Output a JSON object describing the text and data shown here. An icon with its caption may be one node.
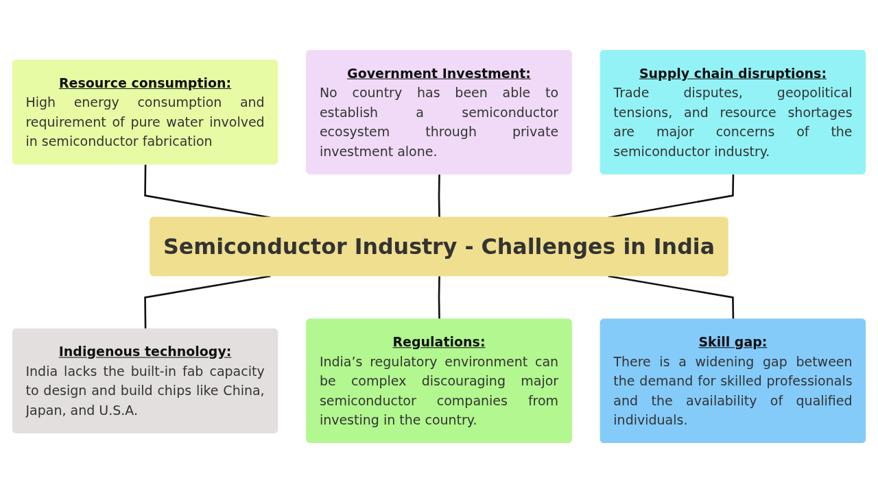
{
  "diagram": {
    "nodes": [
      {
        "text": [
          "Resource consumption:",
          "High energy consumption and requirement of pure water involved in semiconductor fabrication"
        ]
      },
      {
        "text": [
          "Government Investment:",
          "No country has been able to establish a semiconductor ecosystem through private investment alone."
        ]
      },
      {
        "text": [
          "Supply chain disruptions:",
          "Trade disputes, geopolitical tensions, and resource shortages are major concerns of the semiconductor industry."
        ]
      },
      {
        "text": [
          "Semiconductor Industry - Challenges in India"
        ]
      },
      {
        "text": [
          "Indigenous technology:",
          "India lacks the built-in fab capacity to design and build chips like China, Japan, and U.S.A."
        ]
      },
      {
        "text": [
          "Regulations:",
          "India’s regulatory environment can be complex discouraging major semiconductor companies from investing in the country."
        ]
      },
      {
        "text": [
          "Skill gap:",
          "There is a widening gap between the demand for skilled professionals and the availability of qualified individuals."
        ]
      }
    ],
    "edges": [
      {
        "from": 0,
        "to": 3,
        "arrow": "none"
      },
      {
        "from": 1,
        "to": 3,
        "arrow": "none"
      },
      {
        "from": 2,
        "to": 3,
        "arrow": "none"
      },
      {
        "from": 3,
        "to": 4,
        "arrow": "none"
      },
      {
        "from": 3,
        "to": 5,
        "arrow": "none"
      },
      {
        "from": 3,
        "to": 6,
        "arrow": "none"
      }
    ]
  }
}
